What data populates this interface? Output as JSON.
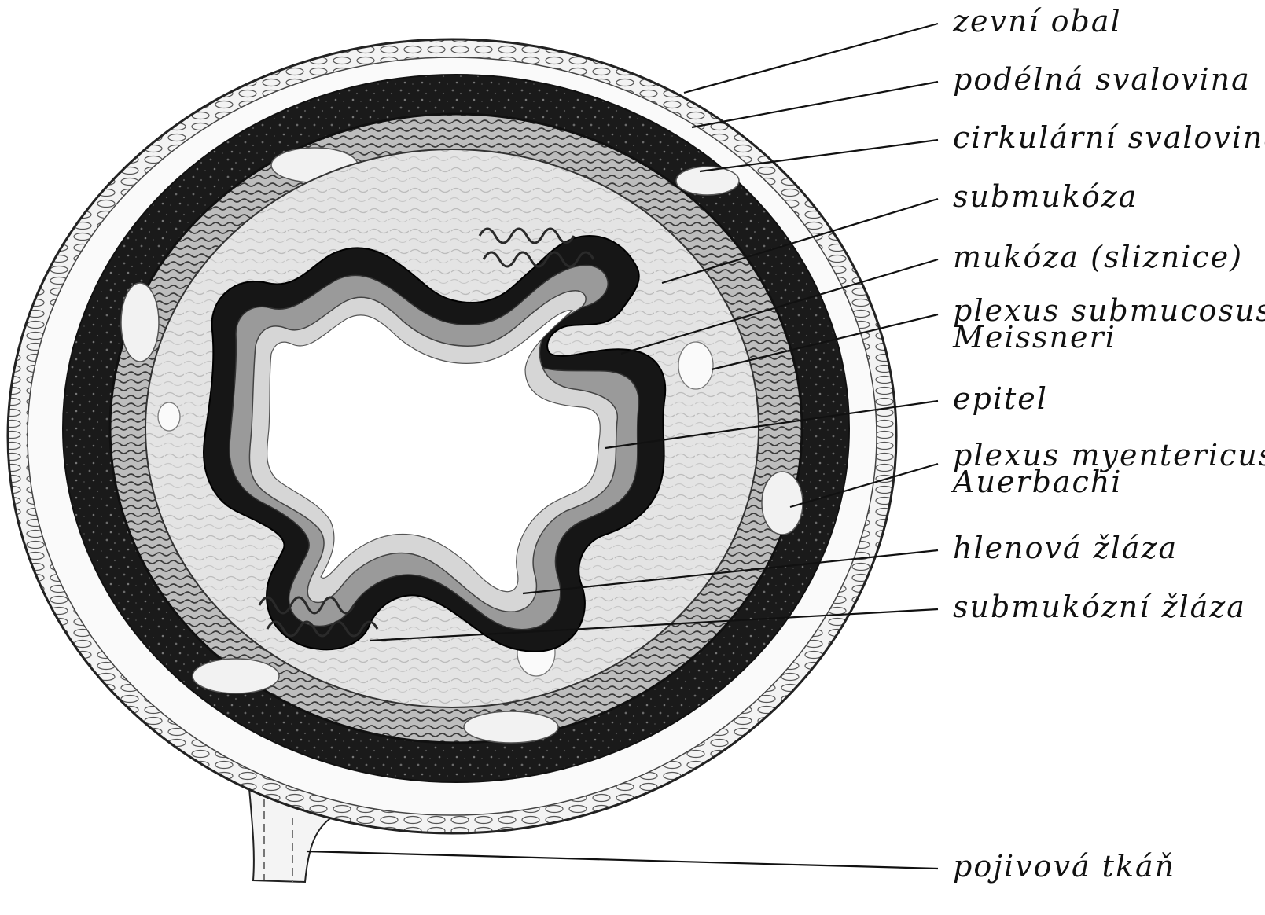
{
  "diagram": {
    "labels": [
      {
        "id": "zevni-obal",
        "lines": [
          "zevní obal"
        ]
      },
      {
        "id": "podelna-svalovina",
        "lines": [
          "podélná svalovina"
        ]
      },
      {
        "id": "cirkularni-svalovina",
        "lines": [
          "cirkulární svalovina"
        ]
      },
      {
        "id": "submukoza",
        "lines": [
          "submukóza"
        ]
      },
      {
        "id": "mukoza",
        "lines": [
          "mukóza (sliznice)"
        ]
      },
      {
        "id": "plexus-submucosus",
        "lines": [
          "plexus submucosus",
          "Meissneri"
        ]
      },
      {
        "id": "epitel",
        "lines": [
          "epitel"
        ]
      },
      {
        "id": "plexus-myentericus",
        "lines": [
          "plexus myentericus",
          "Auerbachi"
        ]
      },
      {
        "id": "hlenova-zlaza",
        "lines": [
          "hlenová žláza"
        ]
      },
      {
        "id": "submukozni-zlaza",
        "lines": [
          "submukózní žláza"
        ]
      },
      {
        "id": "pojivova-tkan",
        "lines": [
          "pojivová tkáň"
        ]
      }
    ]
  }
}
